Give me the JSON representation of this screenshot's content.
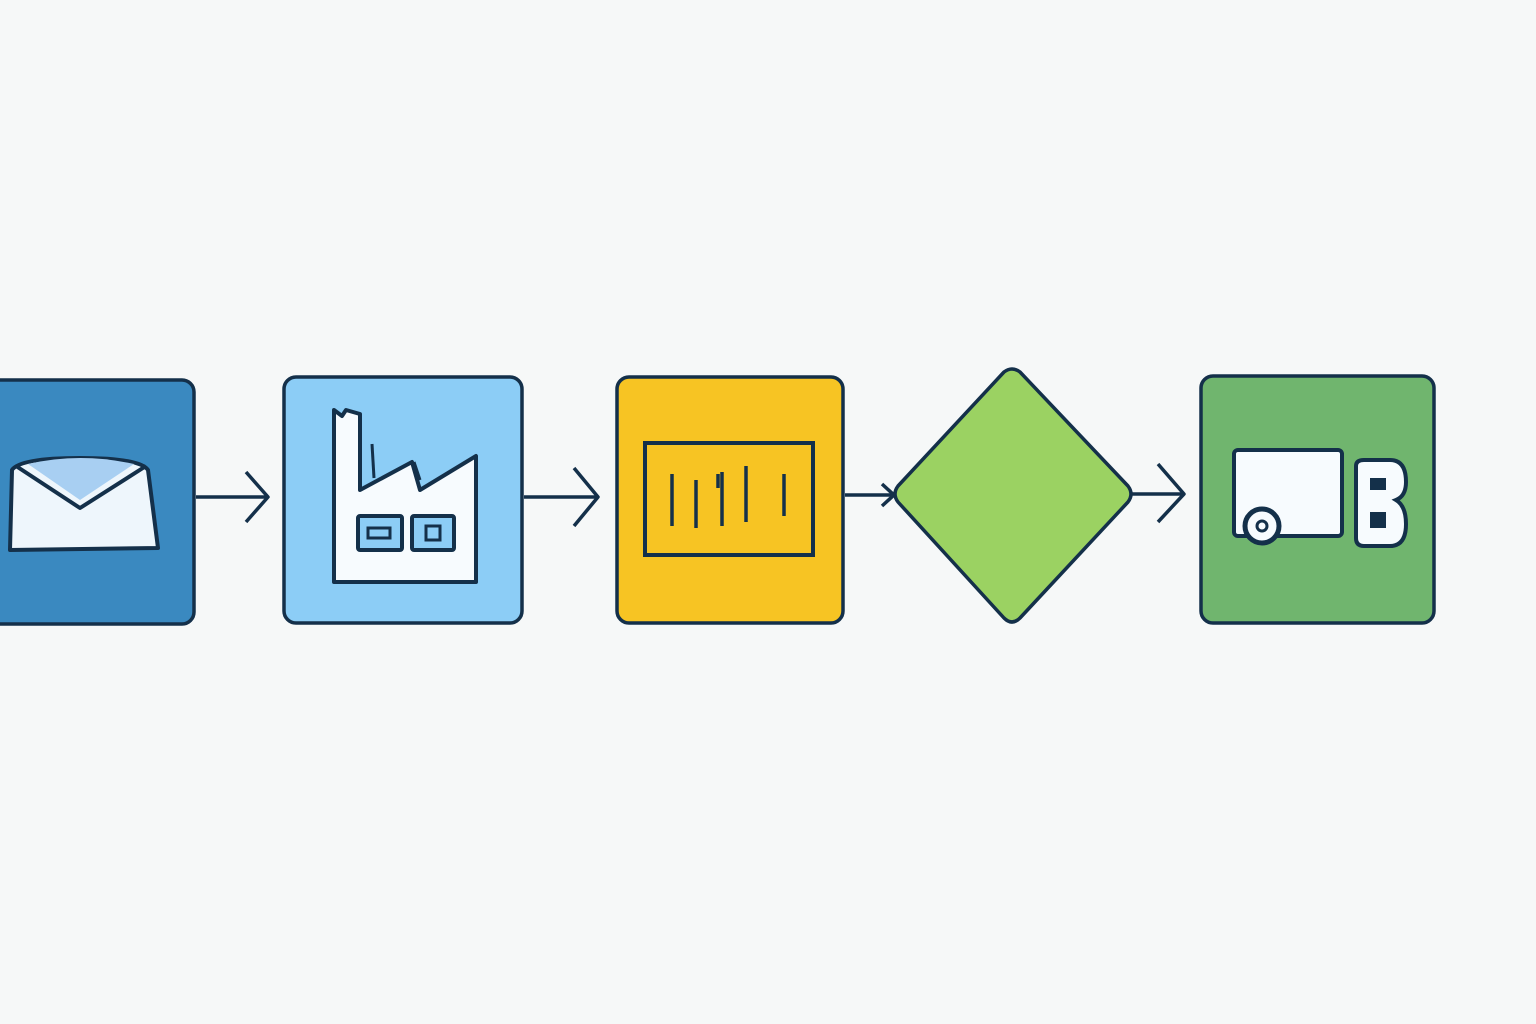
{
  "diagram": {
    "background": "#f6f8f8",
    "stroke_color": "#14304a",
    "nodes": [
      {
        "id": "order",
        "shape": "rounded-square",
        "icon": "envelope-icon",
        "fill": "#3a89c0"
      },
      {
        "id": "factory",
        "shape": "rounded-square",
        "icon": "factory-icon",
        "fill": "#8ccdf6"
      },
      {
        "id": "barcode",
        "shape": "rounded-square",
        "icon": "barcode-icon",
        "fill": "#f7c423"
      },
      {
        "id": "decision",
        "shape": "diamond",
        "icon": "",
        "fill": "#9bd262"
      },
      {
        "id": "delivery",
        "shape": "rounded-square",
        "icon": "truck-icon",
        "fill": "#70b56e"
      }
    ],
    "edges": [
      {
        "from": "order",
        "to": "factory"
      },
      {
        "from": "factory",
        "to": "barcode"
      },
      {
        "from": "barcode",
        "to": "decision"
      },
      {
        "from": "decision",
        "to": "delivery"
      }
    ]
  }
}
